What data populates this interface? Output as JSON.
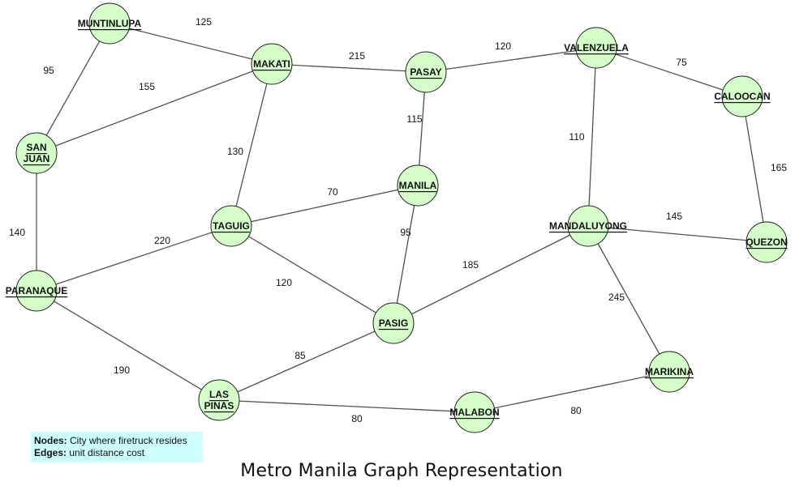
{
  "nodes": [
    {
      "id": "muntinlupa",
      "lines": [
        "MUNTINLUPA"
      ]
    },
    {
      "id": "makati",
      "lines": [
        "MAKATI"
      ]
    },
    {
      "id": "pasay",
      "lines": [
        "PASAY"
      ]
    },
    {
      "id": "valenzuela",
      "lines": [
        "VALENZUELA"
      ]
    },
    {
      "id": "caloocan",
      "lines": [
        "CALOOCAN"
      ]
    },
    {
      "id": "san_juan",
      "lines": [
        "SAN",
        "JUAN"
      ]
    },
    {
      "id": "manila",
      "lines": [
        "MANILA"
      ]
    },
    {
      "id": "taguig",
      "lines": [
        "TAGUIG"
      ]
    },
    {
      "id": "mandaluyong",
      "lines": [
        "MANDALUYONG"
      ]
    },
    {
      "id": "quezon",
      "lines": [
        "QUEZON"
      ]
    },
    {
      "id": "paranaque",
      "lines": [
        "PARANAQUE"
      ]
    },
    {
      "id": "pasig",
      "lines": [
        "PASIG"
      ]
    },
    {
      "id": "marikina",
      "lines": [
        "MARIKINA"
      ]
    },
    {
      "id": "las_pinas",
      "lines": [
        "LAS",
        "PINAS"
      ]
    },
    {
      "id": "malabon",
      "lines": [
        "MALABON"
      ]
    }
  ],
  "edges": [
    {
      "from": "muntinlupa",
      "to": "makati",
      "weight": "125"
    },
    {
      "from": "muntinlupa",
      "to": "san_juan",
      "weight": "95"
    },
    {
      "from": "makati",
      "to": "san_juan",
      "weight": "155"
    },
    {
      "from": "makati",
      "to": "pasay",
      "weight": "215"
    },
    {
      "from": "makati",
      "to": "taguig",
      "weight": "130"
    },
    {
      "from": "pasay",
      "to": "valenzuela",
      "weight": "120"
    },
    {
      "from": "pasay",
      "to": "manila",
      "weight": "115"
    },
    {
      "from": "valenzuela",
      "to": "caloocan",
      "weight": "75"
    },
    {
      "from": "valenzuela",
      "to": "mandaluyong",
      "weight": "110"
    },
    {
      "from": "caloocan",
      "to": "quezon",
      "weight": "165"
    },
    {
      "from": "san_juan",
      "to": "paranaque",
      "weight": "140"
    },
    {
      "from": "manila",
      "to": "taguig",
      "weight": "70"
    },
    {
      "from": "manila",
      "to": "pasig",
      "weight": "95"
    },
    {
      "from": "taguig",
      "to": "paranaque",
      "weight": "220"
    },
    {
      "from": "taguig",
      "to": "pasig",
      "weight": "120"
    },
    {
      "from": "mandaluyong",
      "to": "quezon",
      "weight": "145"
    },
    {
      "from": "mandaluyong",
      "to": "pasig",
      "weight": "185"
    },
    {
      "from": "mandaluyong",
      "to": "marikina",
      "weight": "245"
    },
    {
      "from": "paranaque",
      "to": "las_pinas",
      "weight": "190"
    },
    {
      "from": "pasig",
      "to": "las_pinas",
      "weight": "85"
    },
    {
      "from": "las_pinas",
      "to": "malabon",
      "weight": "80"
    },
    {
      "from": "malabon",
      "to": "marikina",
      "weight": "80"
    }
  ],
  "legend": {
    "nodes_key": "Nodes:",
    "nodes_text": "City where firetruck resides",
    "edges_key": "Edges:",
    "edges_text": "unit distance cost"
  },
  "caption": "Metro Manila Graph Representation",
  "colors": {
    "node_fill": "#d5fdc9",
    "legend_background": "#ccfdff"
  }
}
